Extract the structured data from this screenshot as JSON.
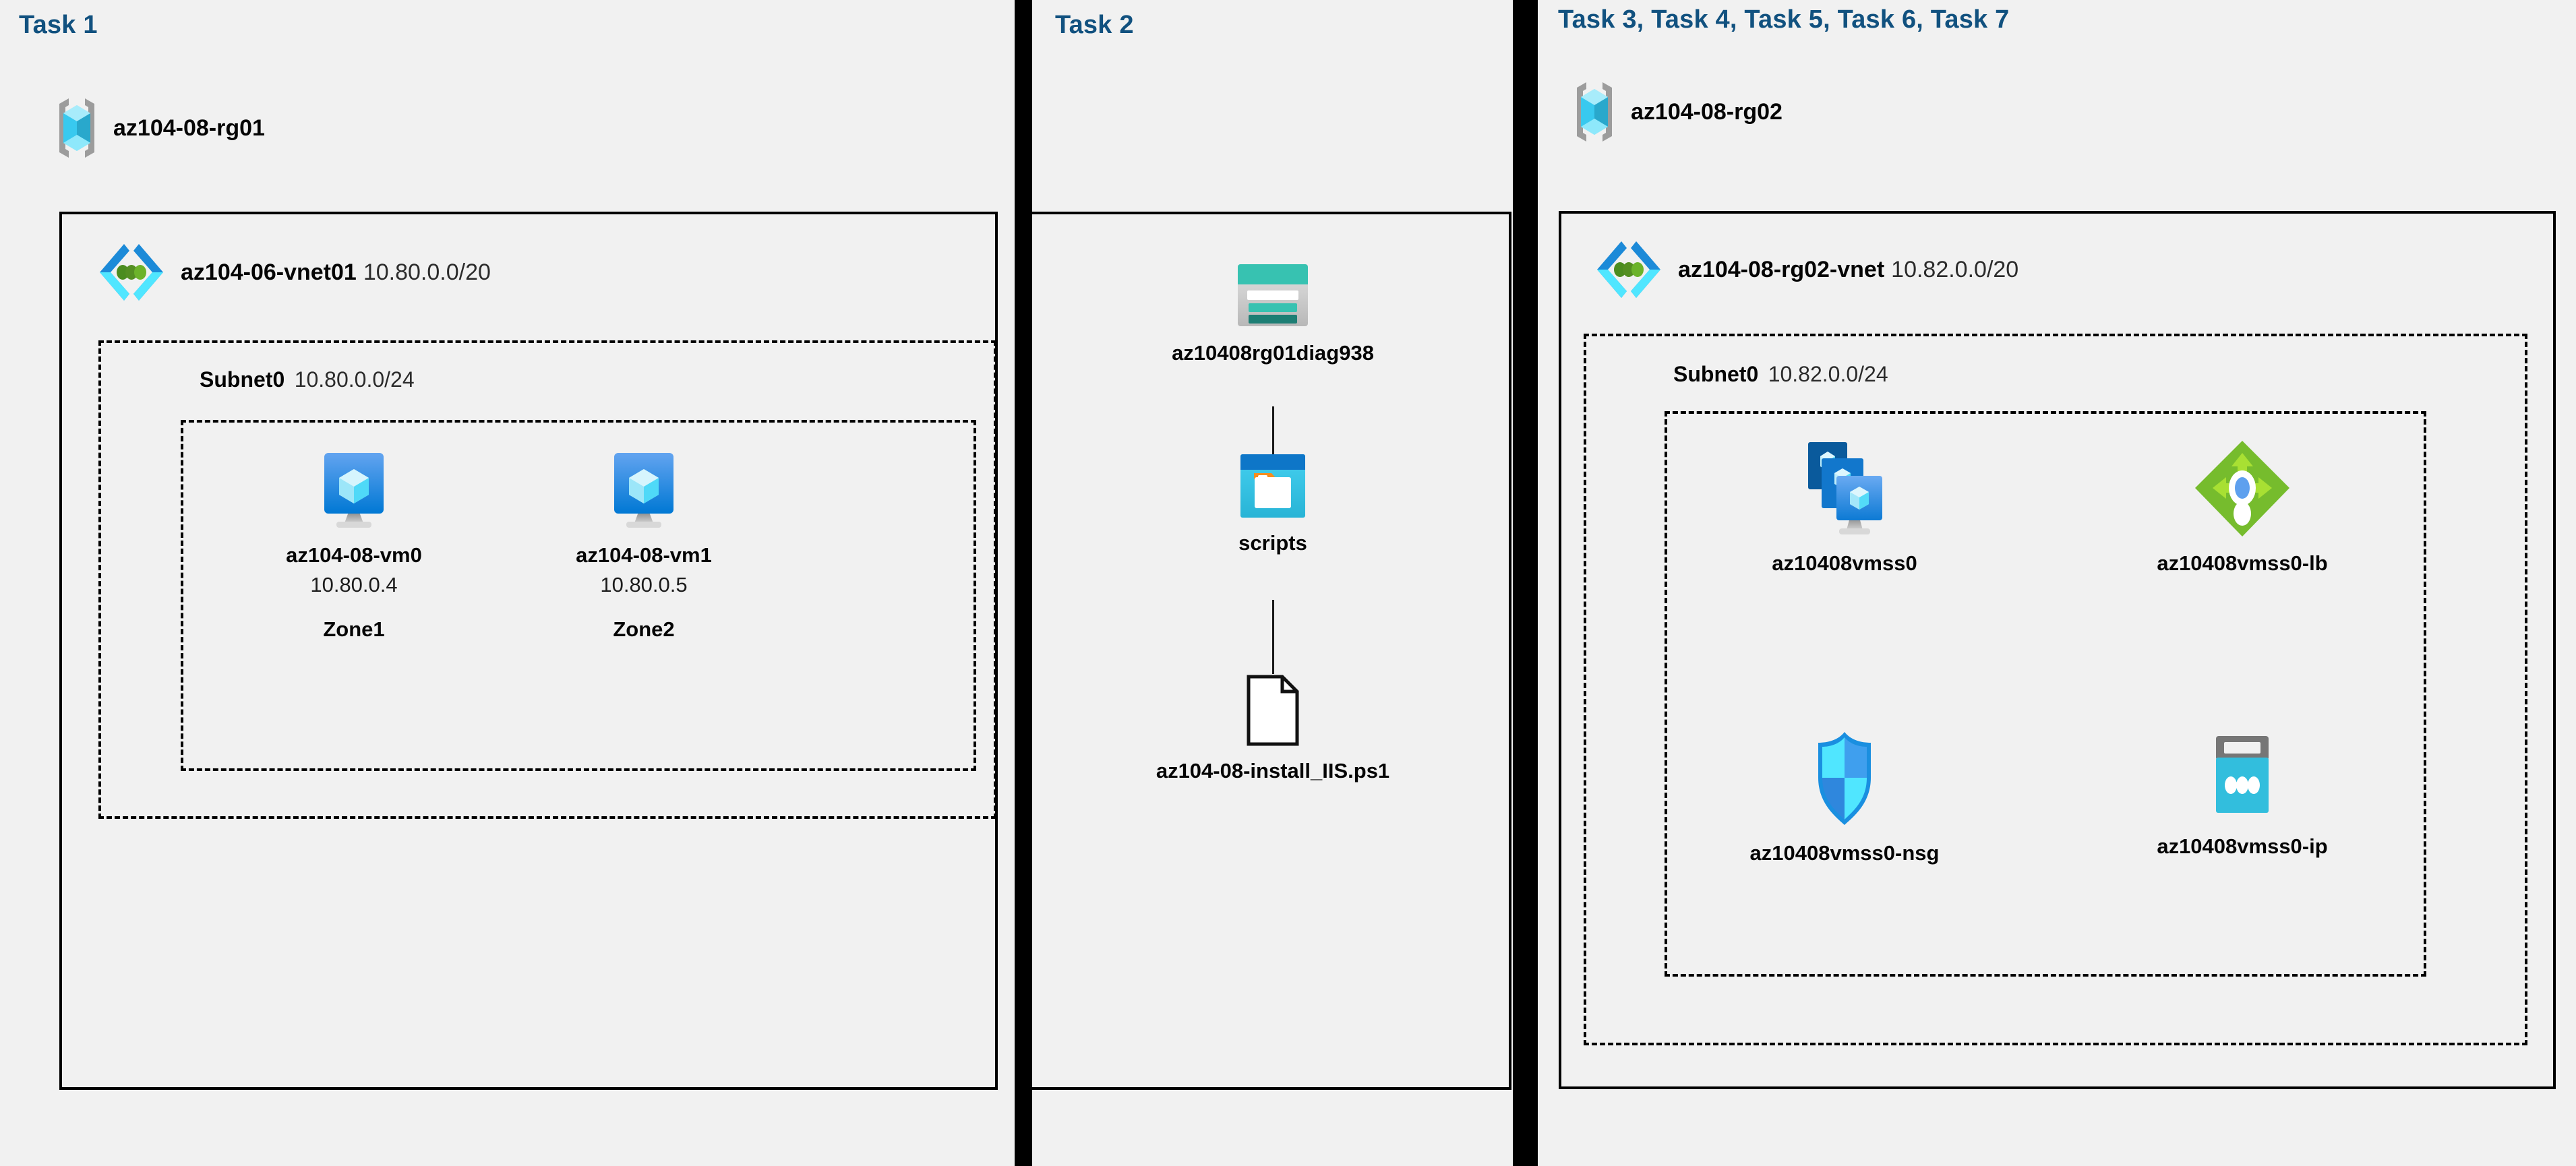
{
  "background": "#f1f1f1",
  "accent_title_color": "#11517f",
  "columns": [
    {
      "id": "task1",
      "title": "Task 1",
      "resource_group": {
        "name": "az104-08-rg01",
        "icon": "resource-group-icon"
      },
      "vnet": {
        "name": "az104-06-vnet01",
        "cidr": "10.80.0.0/20",
        "icon": "virtual-network-icon"
      },
      "subnet": {
        "name": "Subnet0",
        "cidr": "10.80.0.0/24"
      },
      "vms": [
        {
          "name": "az104-08-vm0",
          "ip": "10.80.0.4",
          "zone": "Zone1",
          "icon": "virtual-machine-icon"
        },
        {
          "name": "az104-08-vm1",
          "ip": "10.80.0.5",
          "zone": "Zone2",
          "icon": "virtual-machine-icon"
        }
      ]
    },
    {
      "id": "task2",
      "title": "Task 2",
      "nodes": [
        {
          "name": "az10408rg01diag938",
          "icon": "storage-account-icon"
        },
        {
          "name": "scripts",
          "icon": "blob-container-icon"
        },
        {
          "name": "az104-08-install_IIS.ps1",
          "icon": "file-icon"
        }
      ]
    },
    {
      "id": "task3to7",
      "title": "Task 3, Task 4, Task 5, Task 6, Task 7",
      "resource_group": {
        "name": "az104-08-rg02",
        "icon": "resource-group-icon"
      },
      "vnet": {
        "name": "az104-08-rg02-vnet",
        "cidr": "10.82.0.0/20",
        "icon": "virtual-network-icon"
      },
      "subnet": {
        "name": "Subnet0",
        "cidr": "10.82.0.0/24"
      },
      "resources": [
        {
          "name": "az10408vmss0",
          "icon": "vm-scale-set-icon"
        },
        {
          "name": "az10408vmss0-lb",
          "icon": "load-balancer-icon"
        },
        {
          "name": "az10408vmss0-nsg",
          "icon": "network-security-group-icon"
        },
        {
          "name": "az10408vmss0-ip",
          "icon": "public-ip-address-icon"
        }
      ]
    }
  ],
  "palette": {
    "rg_cube_light": "#7fe0f8",
    "rg_cube_mid": "#38c9ef",
    "rg_cube_dark": "#29a8cc",
    "rg_bracket": "#9c9c9c",
    "vnet_blue_dark": "#1c8ad8",
    "vnet_blue_light": "#50e6ff",
    "vnet_dot_green": "#5e9624",
    "vm_blue_top": "#5ea0ee",
    "vm_blue_bottom": "#0078d4",
    "storage_teal": "#37c2b1",
    "storage_teal_dark": "#1d7e74",
    "storage_gray": "#b3b3b3",
    "blob_blue_header": "#0078d4",
    "blob_cyan": "#32bedd",
    "blob_orange": "#f78d1e",
    "lb_green": "#76bc2d",
    "lb_green_light": "#b4ec36",
    "lb_core_blue": "#5ea0ee",
    "nsg_blue_light": "#50e6ff",
    "nsg_blue_dark": "#2f9bed",
    "ip_cyan": "#32bedd",
    "ip_gray": "#767676"
  }
}
